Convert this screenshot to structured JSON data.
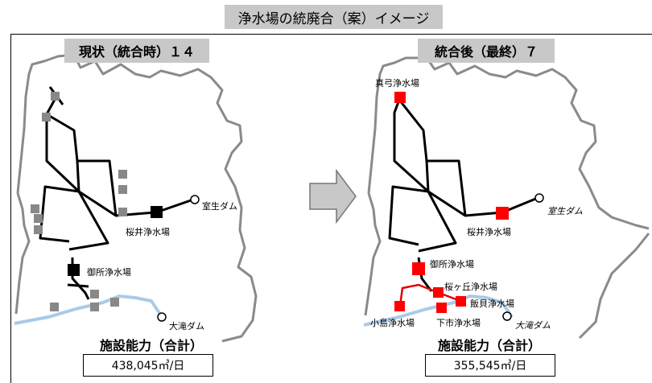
{
  "page": {
    "title": "浄水場の統廃合（案）イメージ"
  },
  "left": {
    "heading": "現状（統合時）１４",
    "capacity_label": "施設能力（合計）",
    "capacity_value": "438,045㎥/日",
    "labels": {
      "murou": "室生ダム",
      "sakurai": "桜井浄水場",
      "gosho": "御所浄水場",
      "ootaki": "大滝ダム"
    }
  },
  "right": {
    "heading": "統合後（最終）７",
    "capacity_label": "施設能力（合計）",
    "capacity_value": "355,545㎥/日",
    "labels": {
      "mayumi": "真弓浄水場",
      "murou": "室生ダム",
      "sakurai": "桜井浄水場",
      "gosho": "御所浄水場",
      "sakuragaoka": "桜ヶ丘浄水場",
      "iigai": "飯貝浄水場",
      "kojima": "小島浄水場",
      "shimoichi": "下市浄水場",
      "ootaki": "大滝ダム"
    }
  },
  "colors": {
    "heading_bg": "#c8c8c8",
    "border": "#8a8a8a",
    "river": "#a9cbe8",
    "plant_existing": "#888888",
    "plant_main": "#000000",
    "plant_final": "#ff0000"
  },
  "icons": {
    "arrow": "right-arrow-icon"
  }
}
